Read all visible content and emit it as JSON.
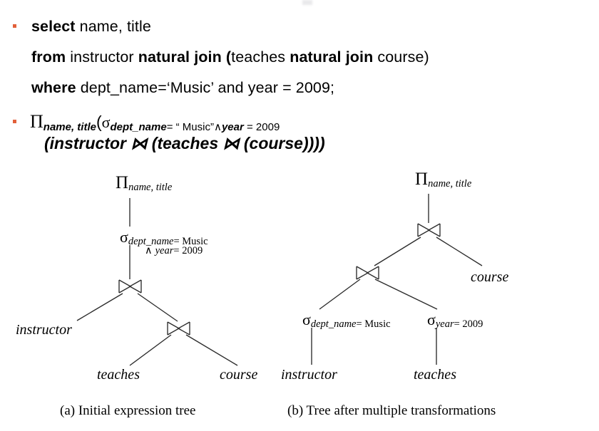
{
  "slide": {
    "sql_query": {
      "lines": [
        [
          {
            "t": "select",
            "b": true
          },
          {
            "t": " name, title",
            "b": false
          }
        ],
        [
          {
            "t": "from",
            "b": true
          },
          {
            "t": " instructor ",
            "b": false
          },
          {
            "t": "natural join (",
            "b": true
          },
          {
            "t": "teaches ",
            "b": false
          },
          {
            "t": "natural join",
            "b": true
          },
          {
            "t": " course)",
            "b": false
          }
        ],
        [
          {
            "t": "where",
            "b": true
          },
          {
            "t": " dept_name=‘Music’ and year = 2009;",
            "b": false
          }
        ]
      ]
    },
    "relational_algebra": {
      "project_symbol": "Π",
      "project_subscript": "name, title",
      "open_paren": "(",
      "select_symbol": "σ",
      "select_attr": "dept_name",
      "select_eq": "= “ Music”",
      "and_symbol": "∧",
      "select_attr2": "year",
      "select_eq2": " = 2009",
      "line2": "(instructor  ⋈ (teaches ⋈  (course))))"
    },
    "tree_a": {
      "caption": "(a) Initial expression tree",
      "project_symbol": "Π",
      "project_subscript": "name, title",
      "select_symbol": "σ",
      "select_cond_line1_attr": "dept_name",
      "select_cond_line1_val": "= Music",
      "select_cond_line2_and": "∧",
      "select_cond_line2_attr": "year",
      "select_cond_line2_val": "= 2009",
      "join_symbol": "⋈",
      "leaf_instructor": "instructor",
      "leaf_teaches": "teaches",
      "leaf_course": "course"
    },
    "tree_b": {
      "caption": "(b) Tree after multiple transformations",
      "project_symbol": "Π",
      "project_subscript": "name, title",
      "join_symbol": "⋈",
      "select_left_symbol": "σ",
      "select_left_attr": "dept_name",
      "select_left_val": "= Music",
      "select_right_symbol": "σ",
      "select_right_attr": "year",
      "select_right_val": "= 2009",
      "leaf_instructor": "instructor",
      "leaf_teaches": "teaches",
      "leaf_course": "course"
    },
    "colors": {
      "bullet": "#e2603a",
      "text": "#000000",
      "background": "#ffffff",
      "line": "#2b2b2b"
    }
  }
}
